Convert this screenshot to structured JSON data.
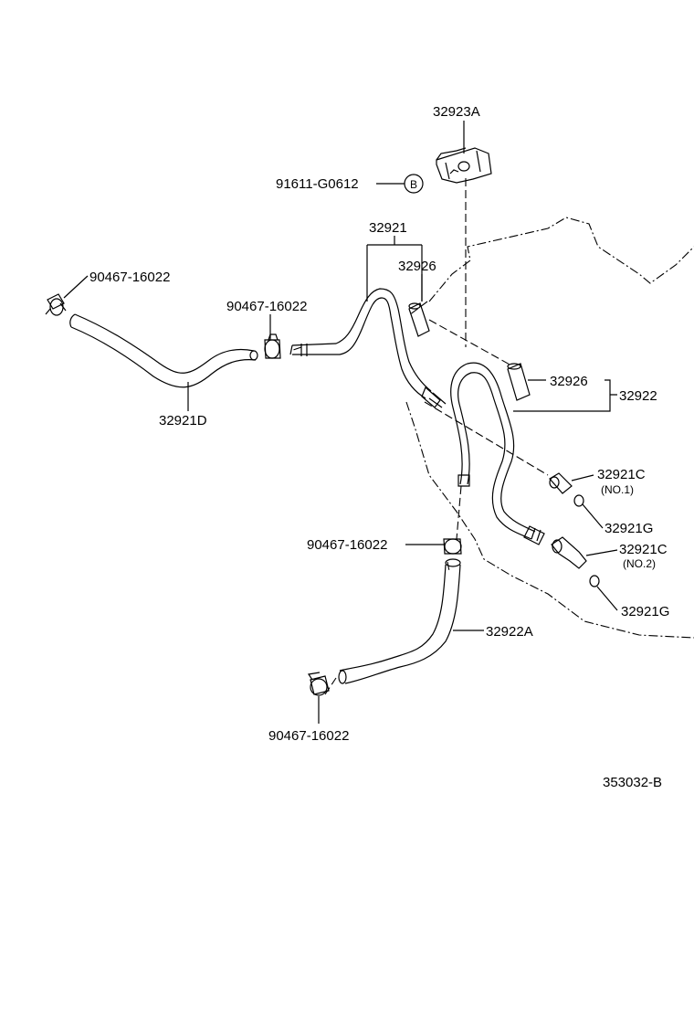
{
  "labels": {
    "p32923A": "32923A",
    "p91611": "91611-G0612",
    "bolt_mark": "B",
    "p32921": "32921",
    "p32926_top": "32926",
    "p90467_left": "90467-16022",
    "p90467_mid": "90467-16022",
    "p32921D": "32921D",
    "p32926_right": "32926",
    "p32922": "32922",
    "p32921C_1": "32921C",
    "no1": "(NO.1)",
    "p32921G_1": "32921G",
    "p90467_lower": "90467-16022",
    "p32921C_2": "32921C",
    "no2": "(NO.2)",
    "p32922A": "32922A",
    "p32921G_2": "32921G",
    "p90467_bottom": "90467-16022",
    "diagram_code": "353032-B"
  }
}
